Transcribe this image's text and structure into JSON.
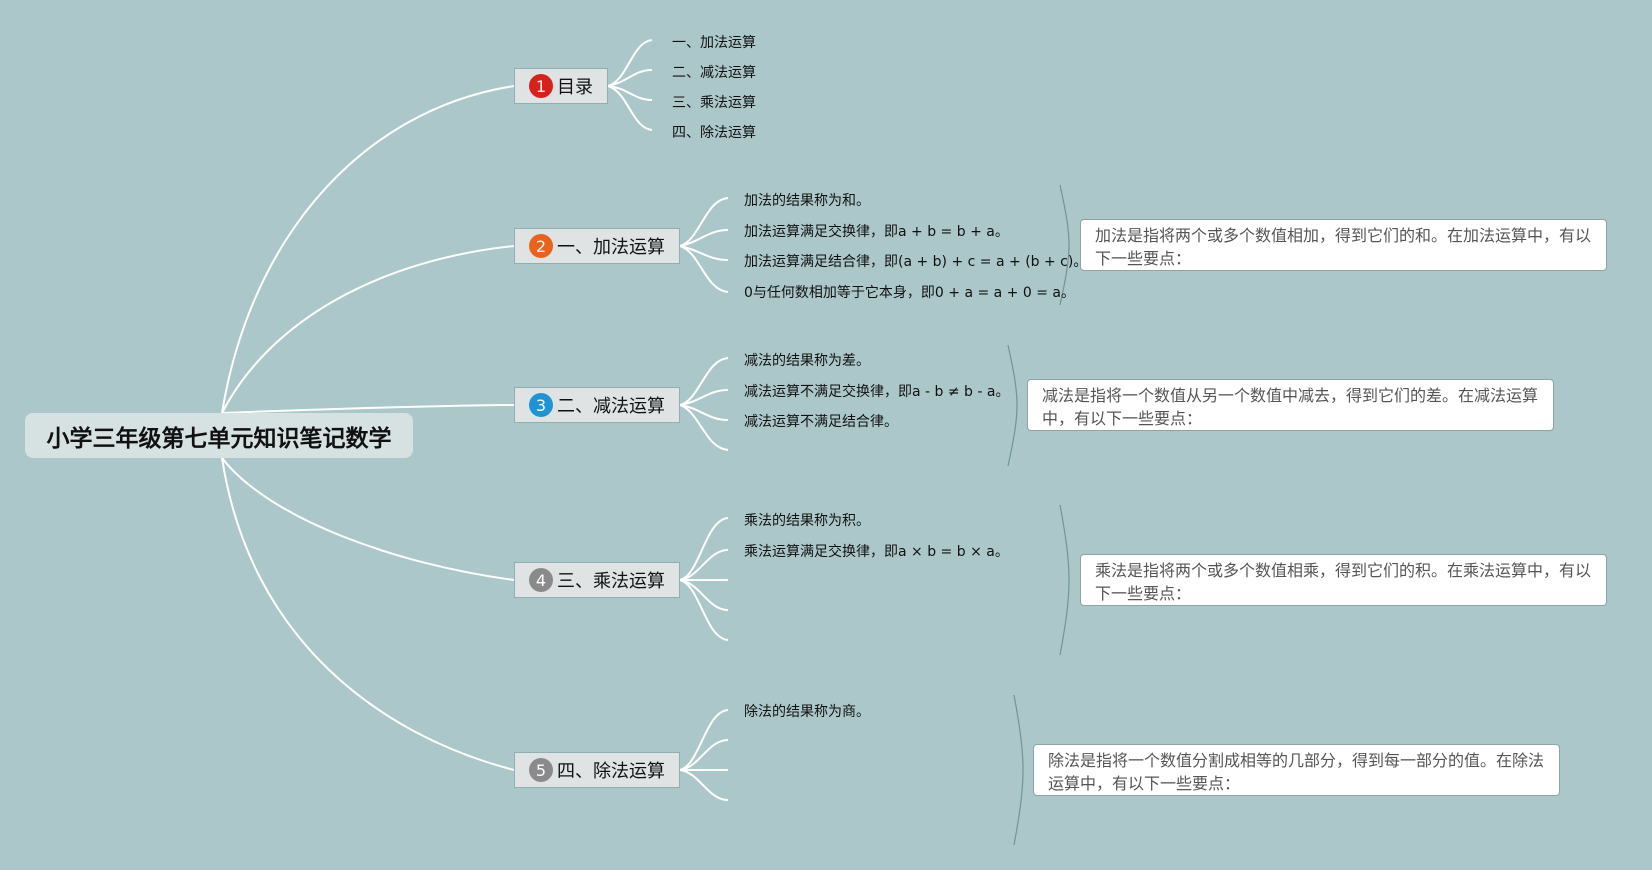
{
  "title": "小学三年级第七单元知识笔记数学",
  "colors": {
    "background": "#abc7c9",
    "badge_1": "#d8211a",
    "badge_2": "#e8641b",
    "badge_3": "#1e93d6",
    "badge_4": "#8a8a8a",
    "badge_5": "#8a8a8a"
  },
  "branches": [
    {
      "badge": "1",
      "label": "目录",
      "items": [
        "一、加法运算",
        "二、减法运算",
        "三、乘法运算",
        "四、除法运算"
      ]
    },
    {
      "badge": "2",
      "label": "一、加法运算",
      "items": [
        "加法的结果称为和。",
        "加法运算满足交换律，即a + b = b + a。",
        "加法运算满足结合律，即(a + b) + c = a + (b + c)。",
        "0与任何数相加等于它本身，即0 + a = a + 0 = a。"
      ],
      "note": "加法是指将两个或多个数值相加，得到它们的和。在加法运算中，有以下一些要点："
    },
    {
      "badge": "3",
      "label": "二、减法运算",
      "items": [
        "减法的结果称为差。",
        "减法运算不满足交换律，即a - b ≠ b - a。",
        "减法运算不满足结合律。"
      ],
      "note": "减法是指将一个数值从另一个数值中减去，得到它们的差。在减法运算中，有以下一些要点："
    },
    {
      "badge": "4",
      "label": "三、乘法运算",
      "items": [
        "乘法的结果称为积。",
        "乘法运算满足交换律，即a × b = b × a。"
      ],
      "note": "乘法是指将两个或多个数值相乘，得到它们的积。在乘法运算中，有以下一些要点："
    },
    {
      "badge": "5",
      "label": "四、除法运算",
      "items": [
        "除法的结果称为商。"
      ],
      "note": "除法是指将一个数值分割成相等的几部分，得到每一部分的值。在除法运算中，有以下一些要点："
    }
  ]
}
